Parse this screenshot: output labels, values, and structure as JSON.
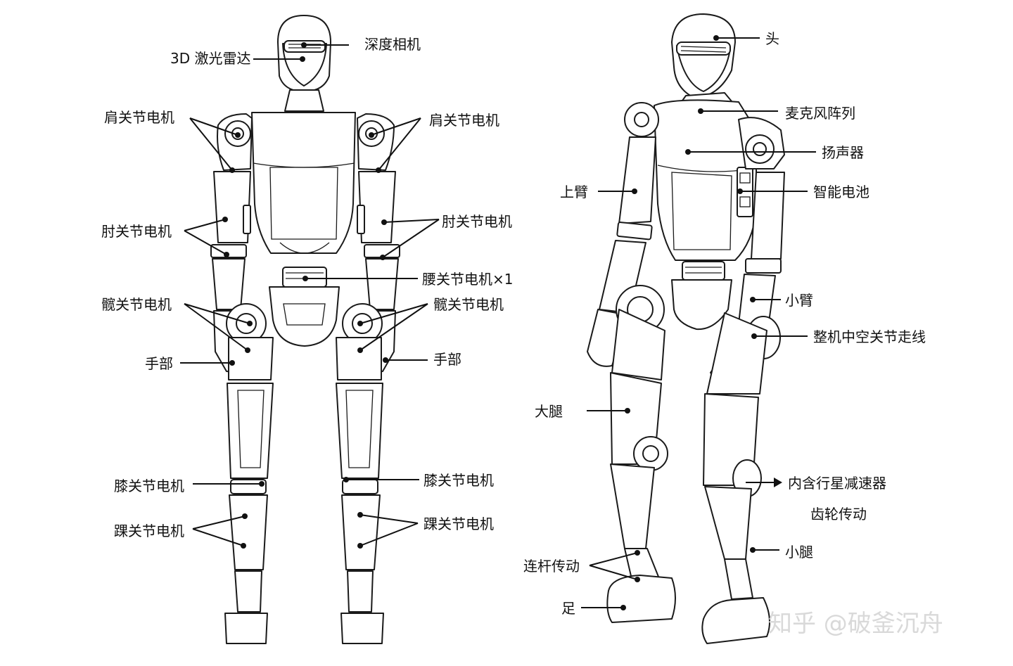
{
  "labels": {
    "depth_camera": "深度相机",
    "lidar_3d": "3D 激光雷达",
    "shoulder_motor": "肩关节电机",
    "elbow_motor": "肘关节电机",
    "waist_motor": "腰关节电机×1",
    "hip_motor": "髋关节电机",
    "hand": "手部",
    "knee_motor": "膝关节电机",
    "ankle_motor": "踝关节电机",
    "head": "头",
    "mic_array": "麦克风阵列",
    "speaker": "扬声器",
    "upper_arm": "上臂",
    "smart_battery": "智能电池",
    "forearm": "小臂",
    "hollow_joint_wiring": "整机中空关节走线",
    "thigh": "大腿",
    "planetary_reducer": "内含行星减速器",
    "gear_drive": "齿轮传动",
    "calf": "小腿",
    "linkage_drive": "连杆传动",
    "foot": "足"
  },
  "watermark": "知乎 @破釜沉舟"
}
